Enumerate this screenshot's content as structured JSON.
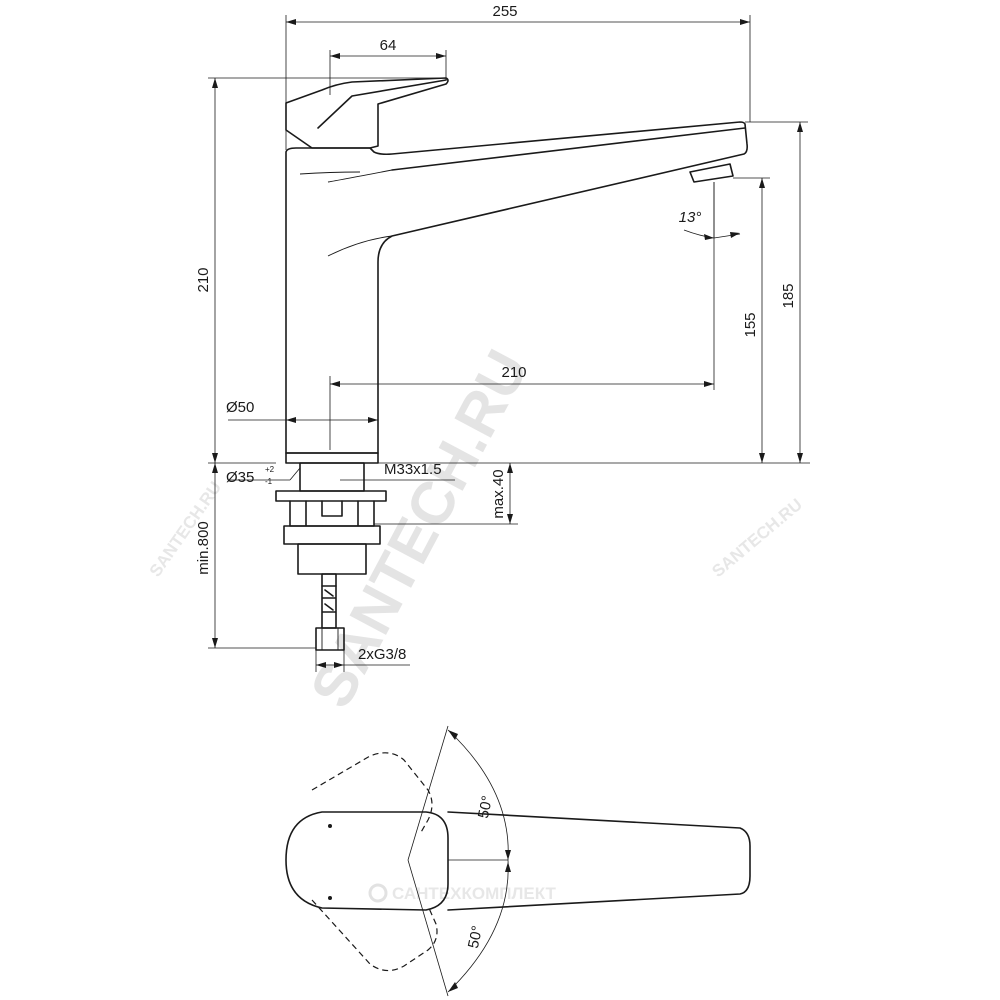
{
  "dimensions": {
    "width_total": "255",
    "lever_length": "64",
    "height_total": "210",
    "spout_reach": "210",
    "outlet_height": "155",
    "spout_top_height": "185",
    "body_diameter": "Ø50",
    "hole_diameter": "Ø35",
    "hole_tol_plus": "+2",
    "hole_tol_minus": "-1",
    "thread": "M33x1.5",
    "max_thickness": "max.40",
    "hose_length": "min.800",
    "connections": "2xG3/8",
    "spout_angle": "13°",
    "lever_angle_up": "50°",
    "lever_angle_down": "50°"
  },
  "watermark": {
    "main": "SANTECH.RU",
    "secondary_1": "SANTECH.RU",
    "secondary_2": "SANTECH.RU",
    "company": "САНТЕХКОМПЛЕКТ"
  }
}
